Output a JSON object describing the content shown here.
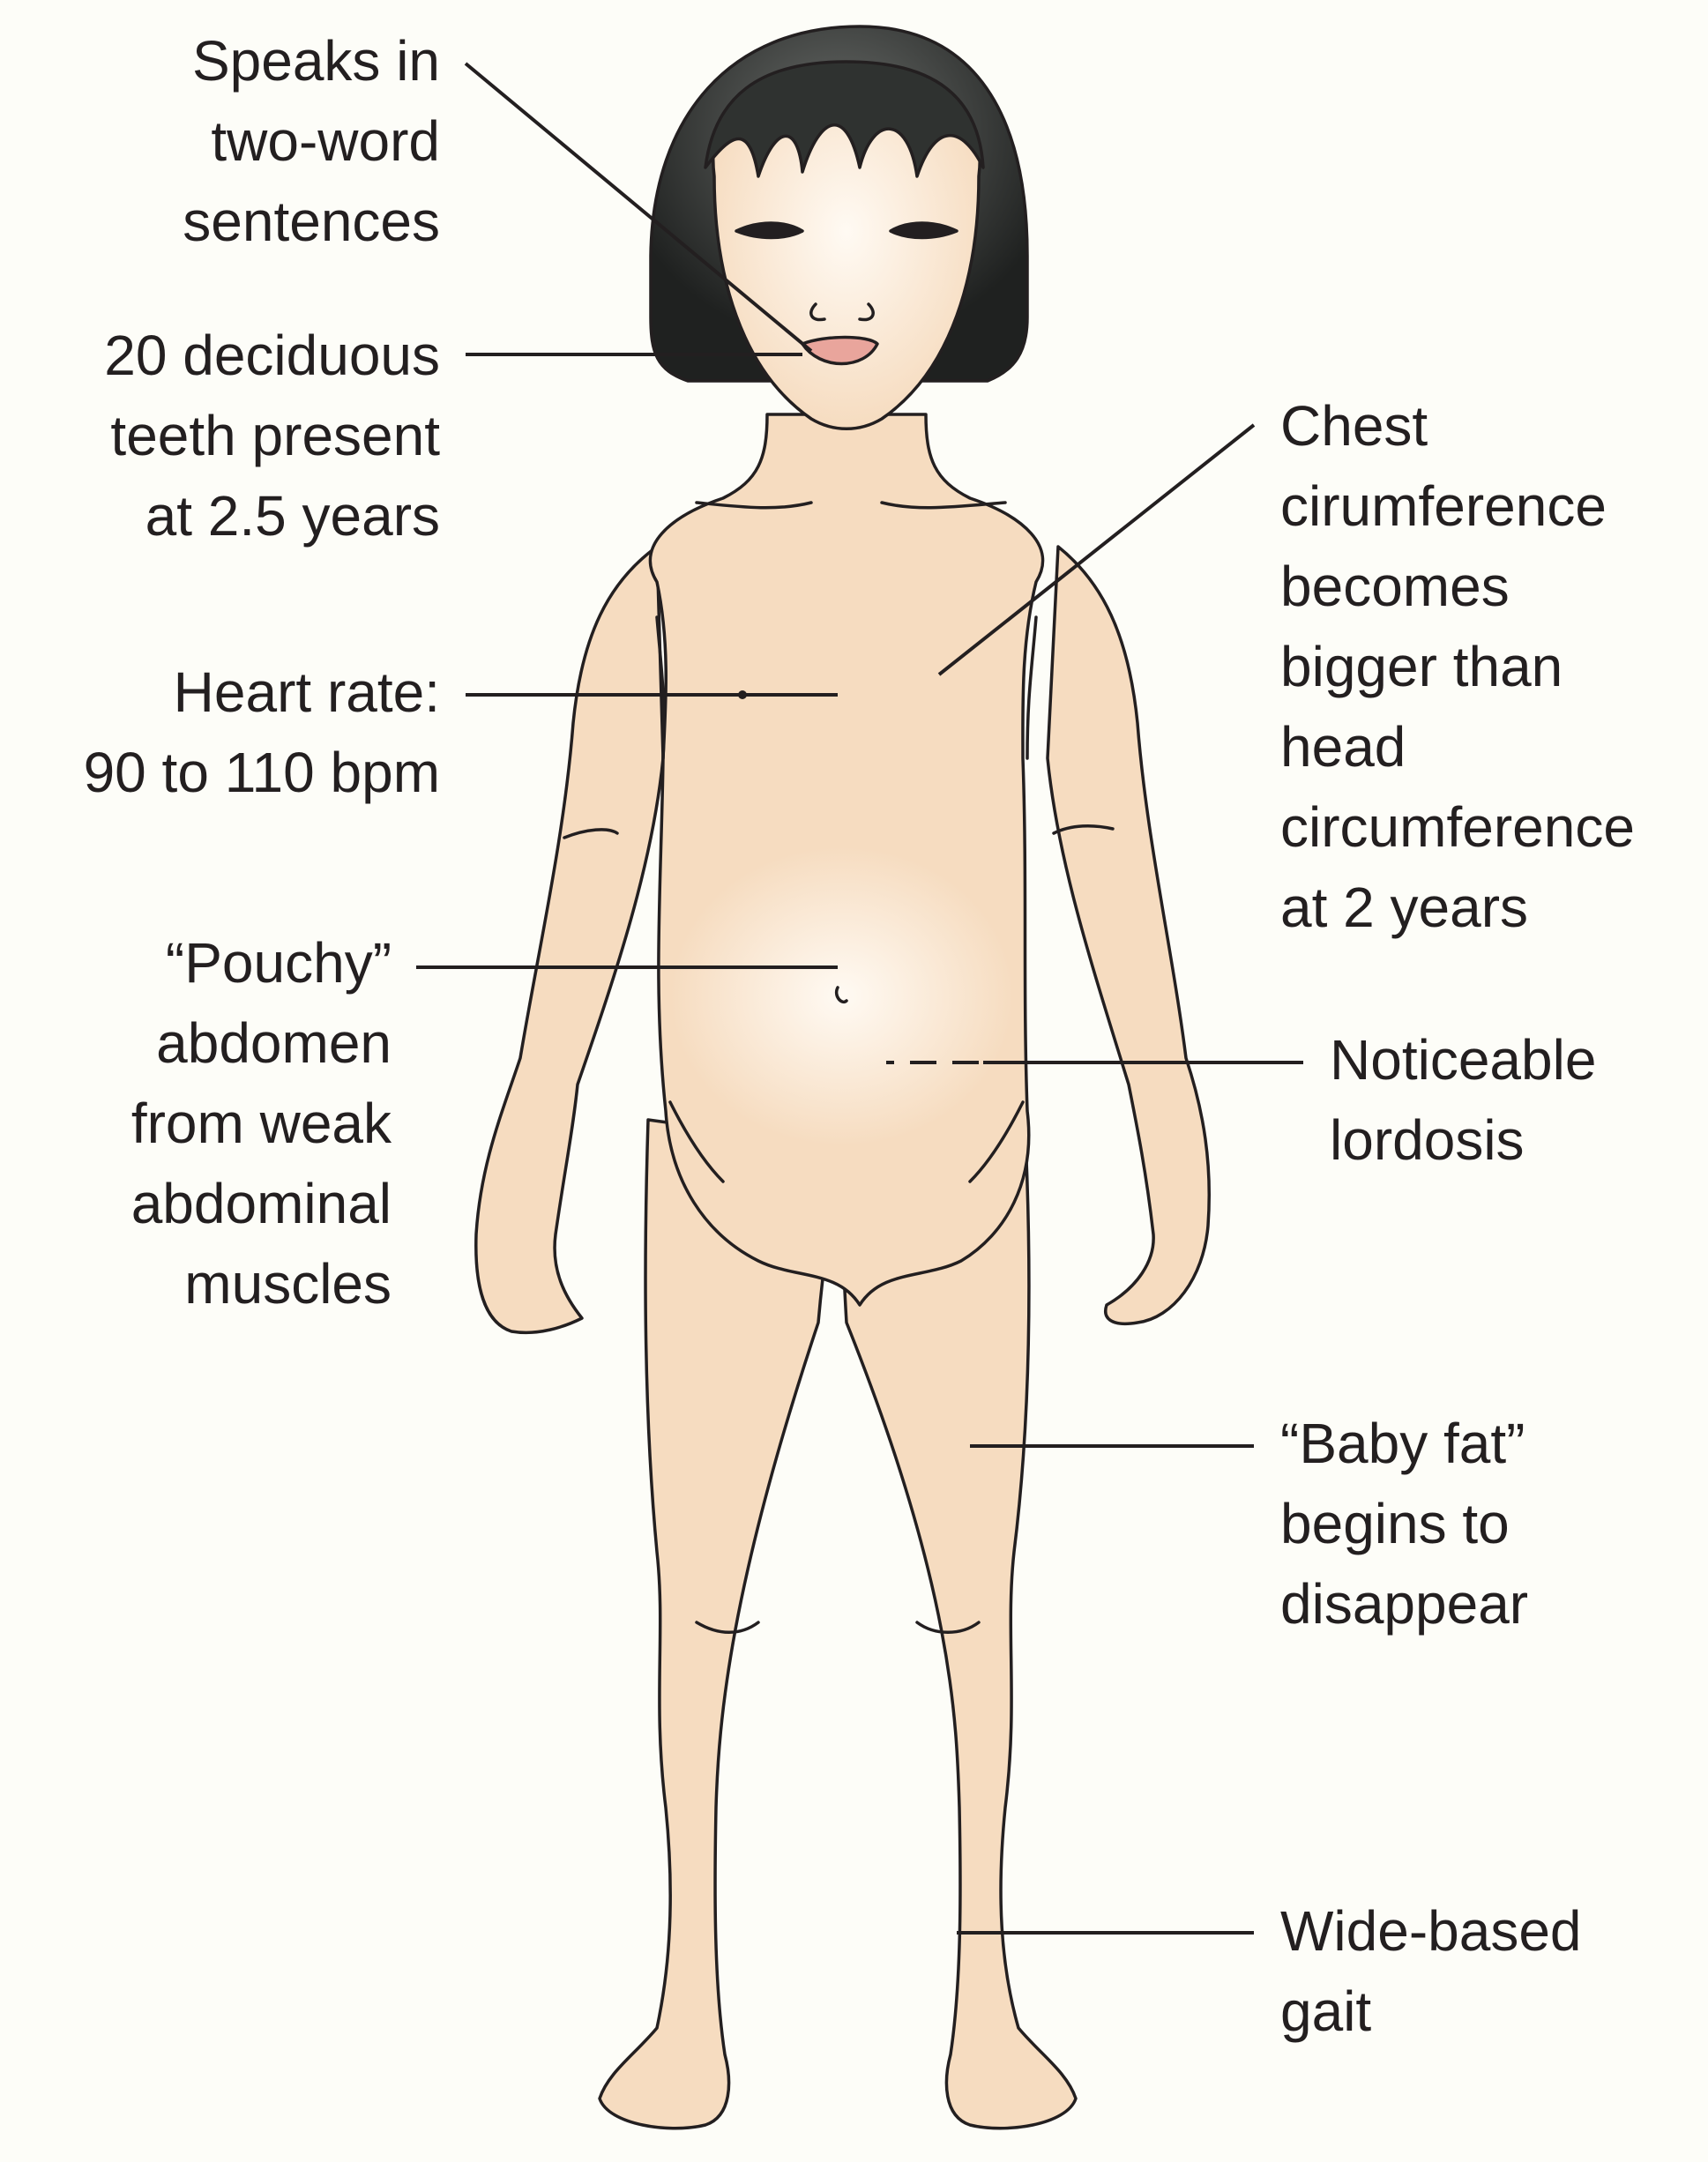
{
  "labels": {
    "speech": "Speaks in\ntwo-word\nsentences",
    "teeth": "20 deciduous\nteeth present\nat 2.5 years",
    "heart_rate": "Heart rate:\n90 to 110 bpm",
    "abdomen": "“Pouchy”\nabdomen\nfrom weak\nabdominal\nmuscles",
    "chest": "Chest\ncirumference\nbecomes\nbigger than\nhead\ncircumference\nat 2 years",
    "lordosis": "Noticeable\nlordosis",
    "baby_fat": "“Baby fat”\nbegins to\ndisappear",
    "gait": "Wide-based\ngait"
  },
  "colors": {
    "background": "#fdfdf8",
    "skin": "#f6dcc0",
    "skin_highlight": "#fffaf3",
    "hair": "#2f3230",
    "outline": "#231f20",
    "lips": "#e9a59c"
  }
}
